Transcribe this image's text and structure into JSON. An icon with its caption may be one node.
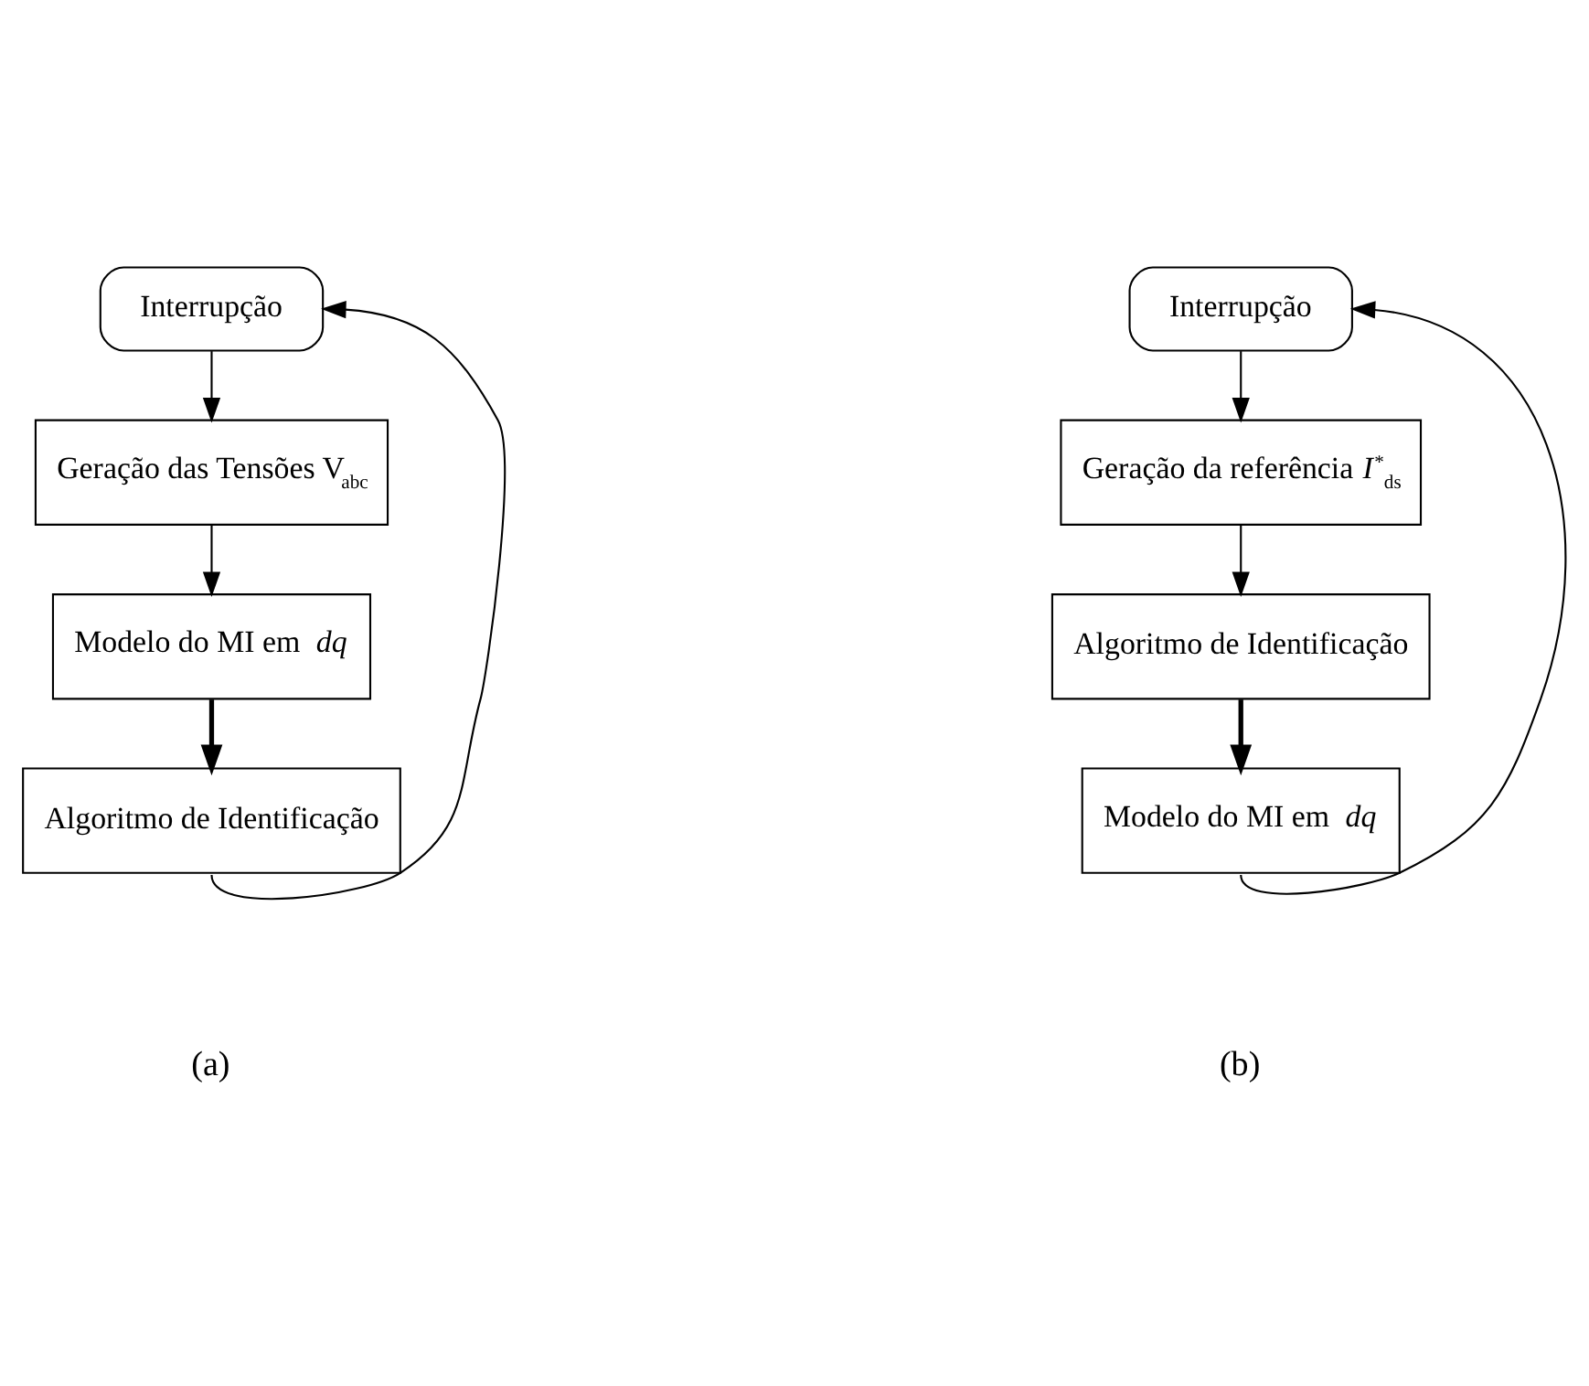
{
  "diagram": {
    "nodes": [
      {
        "text": [
          "Interrupção"
        ]
      },
      {
        "text": [
          "Geração das Tensões V$_{abc}$"
        ]
      },
      {
        "text": [
          "Modelo do MI em *dq*"
        ]
      },
      {
        "text": [
          "Algoritmo de Identificação"
        ]
      },
      {
        "text": [
          "Interrupção"
        ]
      },
      {
        "text": [
          "Geração da referência *I*$^{*}$$_{ds}$"
        ]
      },
      {
        "text": [
          "Algoritmo de Identificação"
        ]
      },
      {
        "text": [
          "Modelo do MI em *dq*"
        ]
      }
    ],
    "edges": [
      {
        "from": 0,
        "to": 1,
        "arrow": "to"
      },
      {
        "from": 1,
        "to": 2,
        "arrow": "to"
      },
      {
        "from": 2,
        "to": 3,
        "arrow": "to",
        "style": "thick"
      },
      {
        "from": 3,
        "to": 0,
        "arrow": "to"
      },
      {
        "from": 4,
        "to": 5,
        "arrow": "to"
      },
      {
        "from": 5,
        "to": 6,
        "arrow": "to"
      },
      {
        "from": 6,
        "to": 7,
        "arrow": "to",
        "style": "thick"
      },
      {
        "from": 7,
        "to": 4,
        "arrow": "to"
      }
    ],
    "labels": [
      "(a)",
      "(b)"
    ]
  }
}
